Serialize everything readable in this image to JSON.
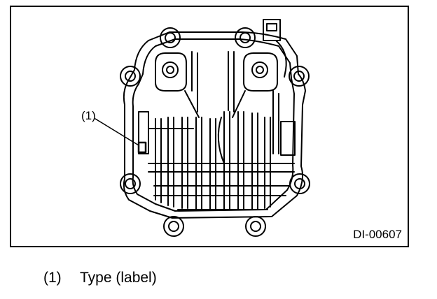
{
  "figure": {
    "callout_label": "(1)",
    "figure_id": "DI-00607"
  },
  "legend": {
    "items": [
      {
        "number": "(1)",
        "text": "Type (label)"
      }
    ]
  },
  "colors": {
    "line": "#000000",
    "background": "#ffffff"
  }
}
